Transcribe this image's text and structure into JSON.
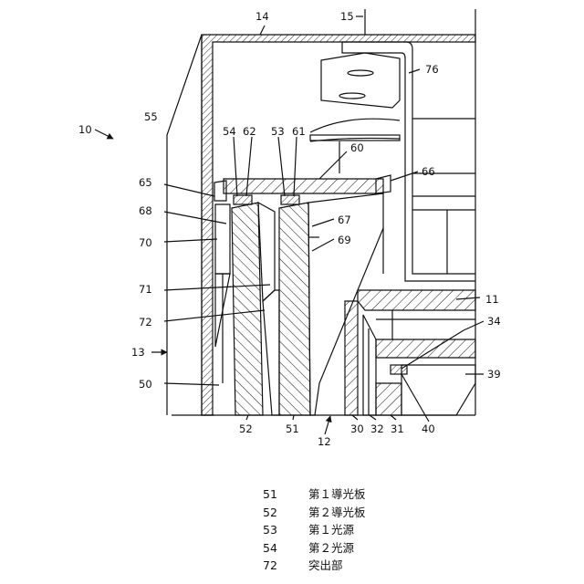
{
  "figure": {
    "reference_labels": {
      "l14": "14",
      "l15": "15",
      "l76": "76",
      "l10": "10",
      "l55": "55",
      "l54": "54",
      "l62": "62",
      "l53": "53",
      "l61": "61",
      "l60": "60",
      "l65": "65",
      "l66": "66",
      "l68": "68",
      "l67": "67",
      "l70": "70",
      "l69": "69",
      "l71": "71",
      "l11": "11",
      "l72": "72",
      "l34": "34",
      "l13": "13",
      "l39": "39",
      "l50": "50",
      "l52": "52",
      "l51": "51",
      "l12": "12",
      "l30": "30",
      "l32": "32",
      "l31": "31",
      "l40": "40"
    }
  },
  "legend": [
    {
      "number": "51",
      "term": "第１導光板"
    },
    {
      "number": "52",
      "term": "第２導光板"
    },
    {
      "number": "53",
      "term": "第１光源"
    },
    {
      "number": "54",
      "term": "第２光源"
    },
    {
      "number": "72",
      "term": "突出部"
    }
  ]
}
